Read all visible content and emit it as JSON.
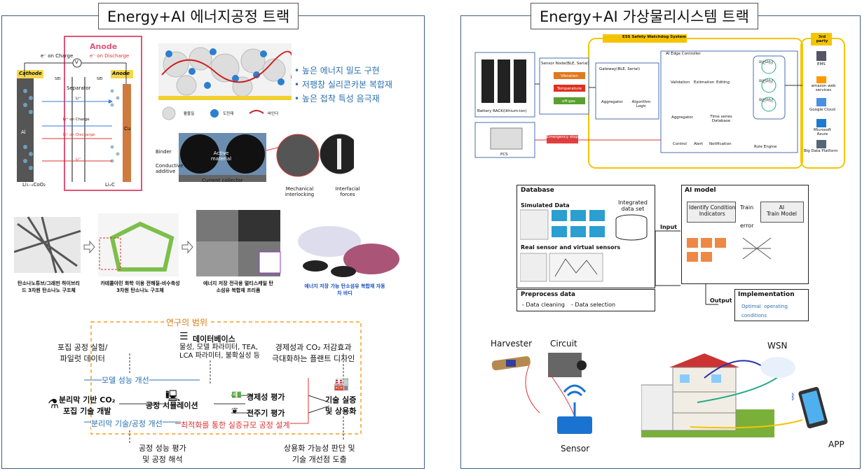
{
  "left": {
    "title": "Energy+AI 에너지공정 트랙",
    "battery": {
      "cathode": "Cathode",
      "anode_box": "Anode",
      "anode_label": "Anode",
      "e_on_charge": "e⁻ on Charge",
      "e_on_discharge": "e⁻ on Discharge",
      "separator": "Separator",
      "sei_left": "SEI",
      "sei_right": "SEI",
      "v": "V",
      "li_top": "Li⁺",
      "li_on_charge": "Li⁺ on Charge",
      "li_on_discharge": "Li⁺ on Discharge",
      "li_bottom": "Li⁺",
      "al": "Al",
      "cu": "Cu",
      "licoo2": "Li₁₋ₓCoO₂",
      "lixc": "LiₓC"
    },
    "composite": {
      "bullets": [
        "높은 에너지 밀도 구현",
        "저팽창 실리콘카본 복합재",
        "높은 접착 특성 음극재"
      ],
      "legend": [
        "활물질",
        "도전재",
        "바인더"
      ],
      "binder": "Binder",
      "conductive": "Conductive additive",
      "active": "Active material",
      "collector": "Current collector",
      "mechanical": "Mechanical interlocking",
      "interfacial": "Interfacial forces"
    },
    "process_steps": [
      "탄소나노튜브/그래핀 하이브리드 3차원 탄소나노 구조체",
      "카테콜아민 화학 이용 전해질-비수축성 3차원 탄소나노 구조체",
      "에너지 저장 전극용 멀티스케일 탄소섬유 복합재 프리폼",
      "에너지 저장 가능 탄소섬유 복합재 자동차 바디"
    ],
    "flow": {
      "scope": "연구의 범위",
      "pilot": "포집 공정 실험/\n파일럿 데이터",
      "database": "데이터베이스",
      "db_detail": "물성, 모델 파라미터, TEA,\nLCA 파라미터, 불확실성 등",
      "economy_design": "경제성과 CO₂ 저감효과\n극대화하는 플랜트 디자인",
      "model_improve": "모델 성능 개선",
      "tech_dev": "분리막 기반 CO₂\n포집 기술 개발",
      "simulation": "공정 시뮬레이션",
      "eco_eval": "경제성 평가",
      "lca_eval": "전주기 평가",
      "commercial": "기술 실증\n및 상용화",
      "membrane_improve": "분리막 기술/공정 개선",
      "optimize": "최적화를 통한 실증규모 공정 설계",
      "performance": "공정 성능 평가\n및 공정 해석",
      "feasibility": "상용화 가능성 판단 및\n기술 개선점 도출"
    }
  },
  "right": {
    "title": "Energy+AI 가상물리시스템 트랙",
    "ess": {
      "system": "ESS Safety Watchdog System",
      "third_party": "3rd party",
      "battery_rack": "Battery RACK(lithium-ion)",
      "sensor_node": "Sensor Node(BLE, Serial)",
      "vibration": "Vibration",
      "temperature": "Temperature",
      "offgas": "off-gas",
      "gateway": "Gateway(BLE, Serial)",
      "aggregator": "Aggregator",
      "algorithm": "Algorithm Logic",
      "edge": "AI Edge Controller",
      "validation": "Validation",
      "estimation": "Estimation",
      "editing": "Editing",
      "aggregator2": "Aggregator",
      "tsdb": "Time series Database",
      "control": "Control",
      "alert": "Alert",
      "notification": "Notification",
      "rule_engine": "Rule Engine",
      "ml": [
        "머신러닝",
        "머신러닝",
        "머신러닝"
      ],
      "pcs": "PCS",
      "emergency": "Emergency stop",
      "parties": [
        "EMS",
        "amazon web services",
        "Google Cloud",
        "Microsoft Azure",
        "Big Data Platform"
      ]
    },
    "ml_flow": {
      "database": "Database",
      "simulated": "Simulated Data",
      "integrated": "Integrated\ndata set",
      "real": "Real sensor and virtual sensors",
      "input": "Input",
      "ai_model": "AI model",
      "identify": "Identify Condition\nIndicators",
      "train": "Train",
      "ai_train": "AI\nTrain Model",
      "error": "error",
      "preprocess": "Preprocess data",
      "cleaning": "- Data cleaning",
      "selection": "- Data selection",
      "output": "Output",
      "implementation": "Implementation",
      "optimal": "Optimal  operating\nconditions"
    },
    "iot": {
      "harvester": "Harvester",
      "circuit": "Circuit",
      "sensor": "Sensor",
      "wsn": "WSN",
      "app": "APP"
    }
  },
  "colors": {
    "panel_border": "#3d5f85",
    "accent_blue": "#2a6fb0",
    "red": "#d33",
    "orange_dash": "#f0a020",
    "ess_yellow": "#f5c400"
  }
}
